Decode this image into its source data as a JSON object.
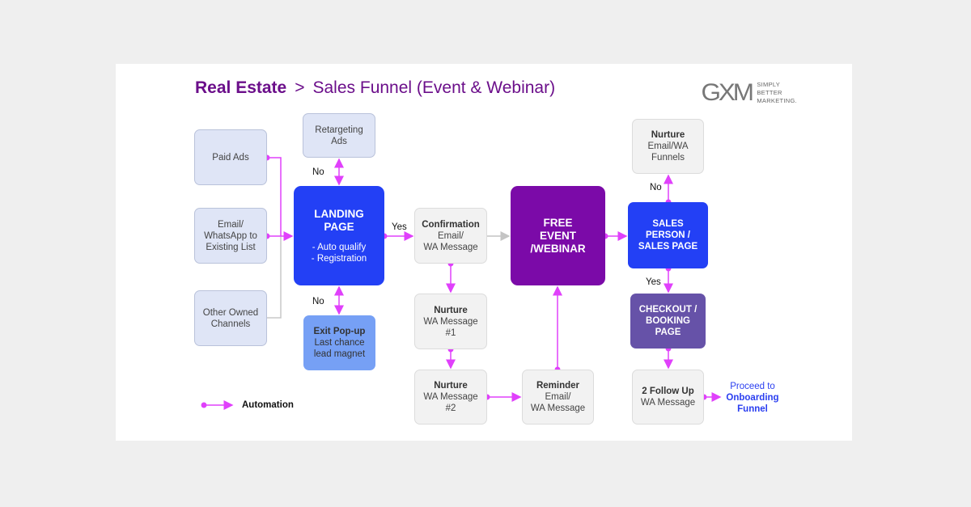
{
  "title": {
    "primary": "Real Estate",
    "separator": ">",
    "secondary": "Sales Funnel (Event & Webinar)"
  },
  "logo": {
    "mark": "GXM",
    "tagline": [
      "SIMPLY",
      "BETTER",
      "MARKETING."
    ]
  },
  "nodes": {
    "paid_ads": {
      "text": "Paid Ads"
    },
    "email_whatsapp": {
      "line1": "Email/",
      "line2": "WhatsApp to",
      "line3": "Existing List"
    },
    "other_owned": {
      "line1": "Other Owned",
      "line2": "Channels"
    },
    "retargeting": {
      "line1": "Retargeting",
      "line2": "Ads"
    },
    "landing": {
      "title1": "LANDING",
      "title2": "PAGE",
      "item1": "- Auto qualify",
      "item2": "- Registration"
    },
    "exit_popup": {
      "title": "Exit Pop-up",
      "line1": "Last chance",
      "line2": "lead magnet"
    },
    "confirmation": {
      "title": "Confirmation",
      "line1": "Email/",
      "line2": "WA Message"
    },
    "nurture1": {
      "title": "Nurture",
      "line1": "WA Message",
      "line2": "#1"
    },
    "nurture2": {
      "title": "Nurture",
      "line1": "WA Message",
      "line2": "#2"
    },
    "reminder": {
      "title": "Reminder",
      "line1": "Email/",
      "line2": "WA Message"
    },
    "free_event": {
      "line1": "FREE",
      "line2": "EVENT",
      "line3": "/WEBINAR"
    },
    "nurture_funnels": {
      "title": "Nurture",
      "line1": "Email/WA",
      "line2": "Funnels"
    },
    "sales": {
      "line1": "SALES",
      "line2": "PERSON /",
      "line3": "SALES PAGE"
    },
    "checkout": {
      "line1": "CHECKOUT /",
      "line2": "BOOKING",
      "line3": "PAGE"
    },
    "follow_up": {
      "title": "2 Follow Up",
      "line1": "WA Message"
    }
  },
  "labels": {
    "no_top": "No",
    "yes_landing": "Yes",
    "no_bottom": "No",
    "no_sales": "No",
    "yes_sales": "Yes"
  },
  "proceed": {
    "line1": "Proceed to",
    "line2": "Onboarding",
    "line3": "Funnel"
  },
  "legend": {
    "label": "Automation"
  },
  "colors": {
    "connector": "#e040fb",
    "landing": "#2340f5",
    "event": "#7b0aa8",
    "checkout": "#6652a8",
    "exit": "#76a0f5"
  }
}
